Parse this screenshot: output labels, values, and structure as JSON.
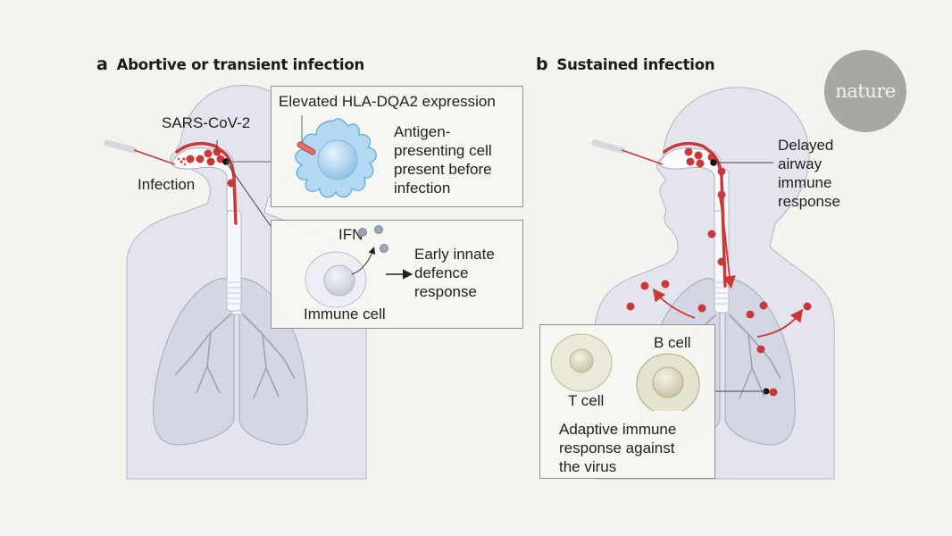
{
  "panels": {
    "a": {
      "letter": "a",
      "title": "Abortive or transient infection",
      "labels": {
        "virus": "SARS-CoV-2",
        "infection": "Infection"
      },
      "callout_apc": {
        "heading": "Elevated HLA-DQA2 expression",
        "description": "Antigen-\npresenting cell\npresent before\ninfection"
      },
      "callout_immune": {
        "ifn": "IFN",
        "description": "Early innate\ndefence\nresponse",
        "cell": "Immune cell"
      }
    },
    "b": {
      "letter": "b",
      "title": "Sustained infection",
      "labels": {
        "delayed": "Delayed\nairway\nimmune\nresponse"
      },
      "callout_adaptive": {
        "t_cell": "T cell",
        "b_cell": "B cell",
        "description": "Adaptive immune\nresponse against\nthe virus"
      }
    }
  },
  "brand": {
    "logo_text": "nature"
  },
  "colors": {
    "background": "#f4f3ee",
    "body": "#e4e5ec",
    "virus_red": "#c9393a",
    "apc_blue": "#a9d3ef",
    "lymphocyte_beige": "#e6e3cf",
    "logo_grey": "#a9a7a2"
  }
}
